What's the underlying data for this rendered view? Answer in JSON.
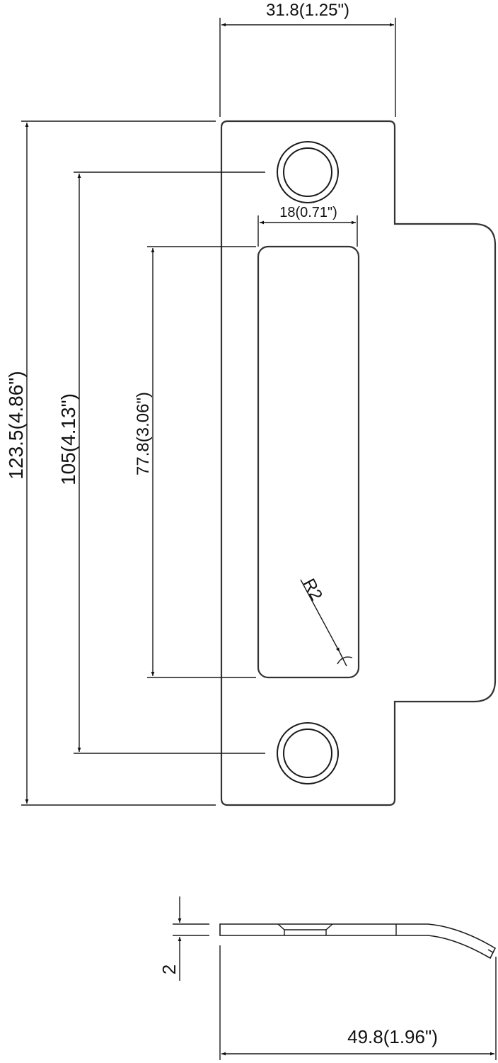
{
  "drawing": {
    "title": "Strike plate technical drawing",
    "views": [
      "front-view",
      "side-view"
    ],
    "colors": {
      "line": "#1a1a1a",
      "outline": "#333333",
      "background": "#ffffff"
    }
  },
  "dimensions": {
    "top_width": "31.8(1.25\")",
    "slot_width": "18(0.71\")",
    "overall_height": "123.5(4.86\")",
    "hole_spacing": "105(4.13\")",
    "slot_height": "77.8(3.06\")",
    "corner_radius": "R2",
    "thickness": "2",
    "total_depth": "49.8(1.96\")"
  }
}
